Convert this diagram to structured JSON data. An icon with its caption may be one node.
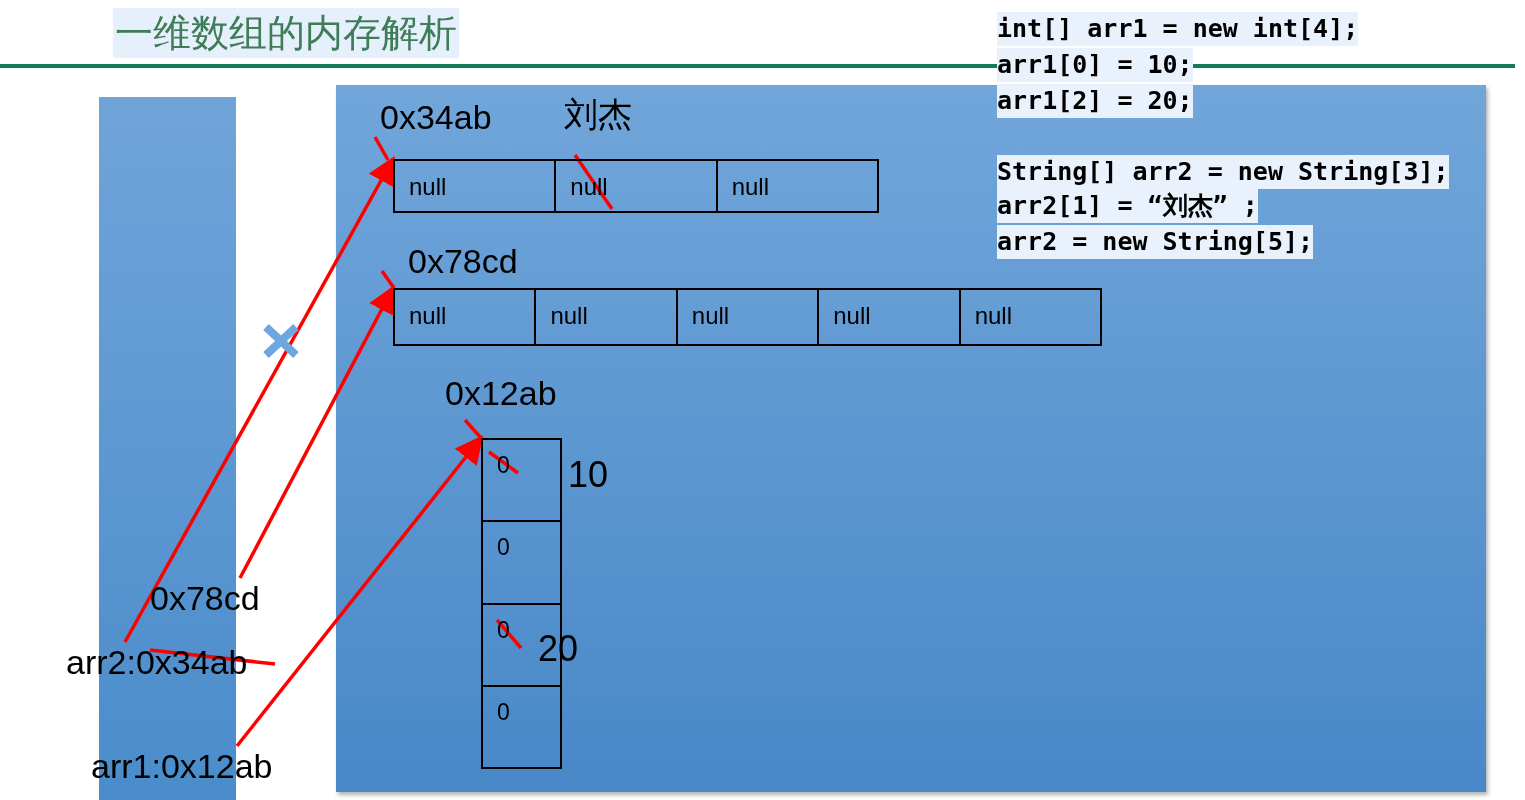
{
  "diagram": {
    "title": "一维数组的内存解析",
    "nodes": [
      {
        "text": [],
        "shape": "box"
      },
      {
        "text": [
          "0x78cd"
        ]
      },
      {
        "text": [
          "arr2:0x34ab"
        ]
      },
      {
        "text": [
          "arr1:0x12ab"
        ]
      },
      {
        "text": [
          "0x34ab"
        ],
        "in": 0
      },
      {
        "text": [
          "null"
        ],
        "in": 4
      },
      {
        "text": [
          "null"
        ],
        "in": 4
      },
      {
        "text": [
          "null"
        ],
        "in": 4
      },
      {
        "text": [
          "0x78cd"
        ],
        "in": 0
      },
      {
        "text": [
          "null"
        ],
        "in": 8
      },
      {
        "text": [
          "null"
        ],
        "in": 8
      },
      {
        "text": [
          "null"
        ],
        "in": 8
      },
      {
        "text": [
          "null"
        ],
        "in": 8
      },
      {
        "text": [
          "null"
        ],
        "in": 8
      },
      {
        "text": [
          "0x12ab"
        ],
        "in": 0
      },
      {
        "text": [
          "0"
        ],
        "in": 14
      },
      {
        "text": [
          "0"
        ],
        "in": 14
      },
      {
        "text": [
          "0"
        ],
        "in": 14
      },
      {
        "text": [
          "0"
        ],
        "in": 14
      }
    ],
    "edges": [
      {
        "from": 2,
        "to": 4,
        "arrow": "to"
      },
      {
        "from": 1,
        "to": 8,
        "arrow": "to"
      },
      {
        "from": 3,
        "to": 14,
        "arrow": "to"
      }
    ],
    "labels": [
      "int[] arr1 = new int[4];",
      "arr1[0] = 10;",
      "arr1[2] = 20;",
      "String[] arr2 = new String[3];",
      "arr2[1] = “刘杰” ;",
      "arr2 = new String[5];",
      "刘杰",
      "10",
      "20"
    ]
  }
}
